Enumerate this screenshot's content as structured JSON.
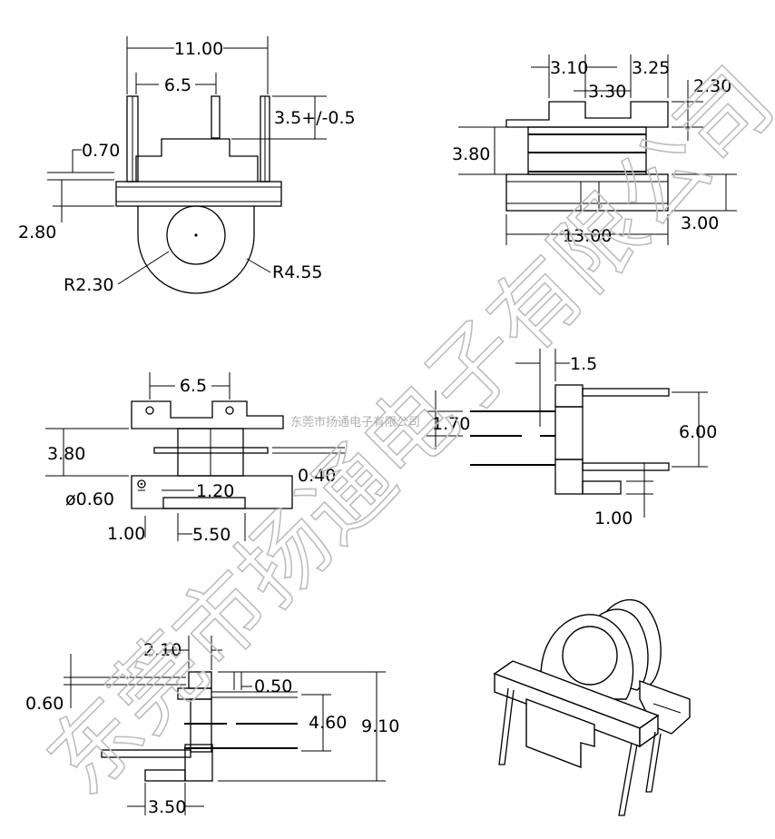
{
  "watermark": {
    "large": "东莞市扬通电子有限公司",
    "small": "东莞市扬通电子有限公司"
  },
  "front_view": {
    "width": "11.00",
    "pin_pitch": "6.5",
    "pin_length": "3.5+/-0.5",
    "pin_thickness": "0.70",
    "base_height": "2.80",
    "inner_radius": "R2.30",
    "outer_radius": "R4.55"
  },
  "side_view": {
    "dim_a": "3.10",
    "dim_b": "3.25",
    "dim_c": "3.30",
    "dim_d": "2.30",
    "height": "3.80",
    "length": "13.00",
    "base": "3.00"
  },
  "top_view": {
    "pitch": "6.5",
    "height": "3.80",
    "hole_dia": "ø0.60",
    "hole_offset": "1.20",
    "slot": "0.40",
    "edge": "1.00",
    "span": "5.50"
  },
  "end_view": {
    "offset": "1.5",
    "flange": "1.70",
    "height": "6.00",
    "foot": "1.00"
  },
  "bottom_view": {
    "offset": "2.10",
    "edge": "0.60",
    "flange": "0.50",
    "inner": "4.60",
    "total": "9.10",
    "foot": "3.50"
  }
}
